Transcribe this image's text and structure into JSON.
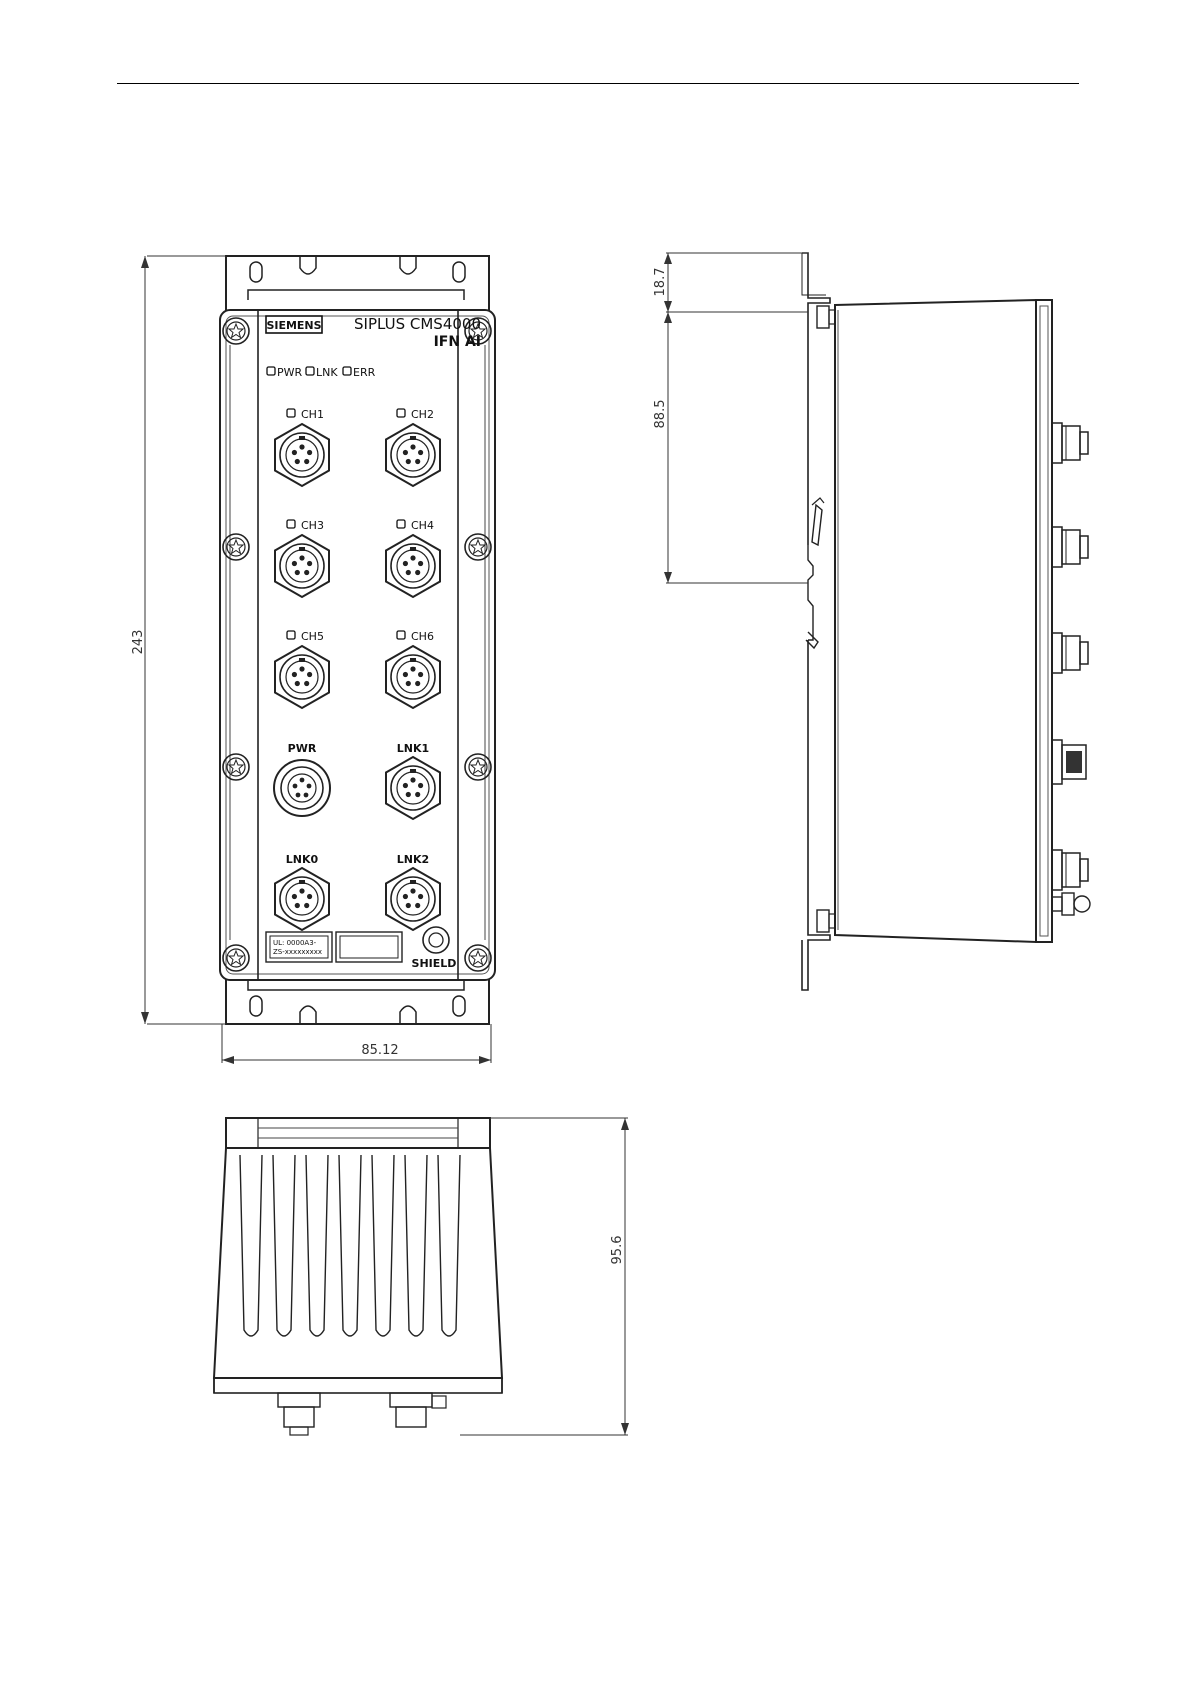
{
  "front": {
    "brand": "SIEMENS",
    "product_line1": "SIPLUS CMS4000",
    "product_line2": "IFN AI",
    "status_leds": [
      "PWR",
      "LNK",
      "ERR"
    ],
    "channels": [
      "CH1",
      "CH2",
      "CH3",
      "CH4",
      "CH5",
      "CH6"
    ],
    "port_pwr": "PWR",
    "port_lnk1": "LNK1",
    "port_lnk0": "LNK0",
    "port_lnk2": "LNK2",
    "label_line1": "UL: 0000A3-",
    "label_line2": "ZS-xxxxxxxxx",
    "shield": "SHIELD"
  },
  "dimensions": {
    "height": "243",
    "width": "85.12",
    "side_top": "18.7",
    "side_mid": "88.5",
    "bottom_depth": "95.6"
  }
}
